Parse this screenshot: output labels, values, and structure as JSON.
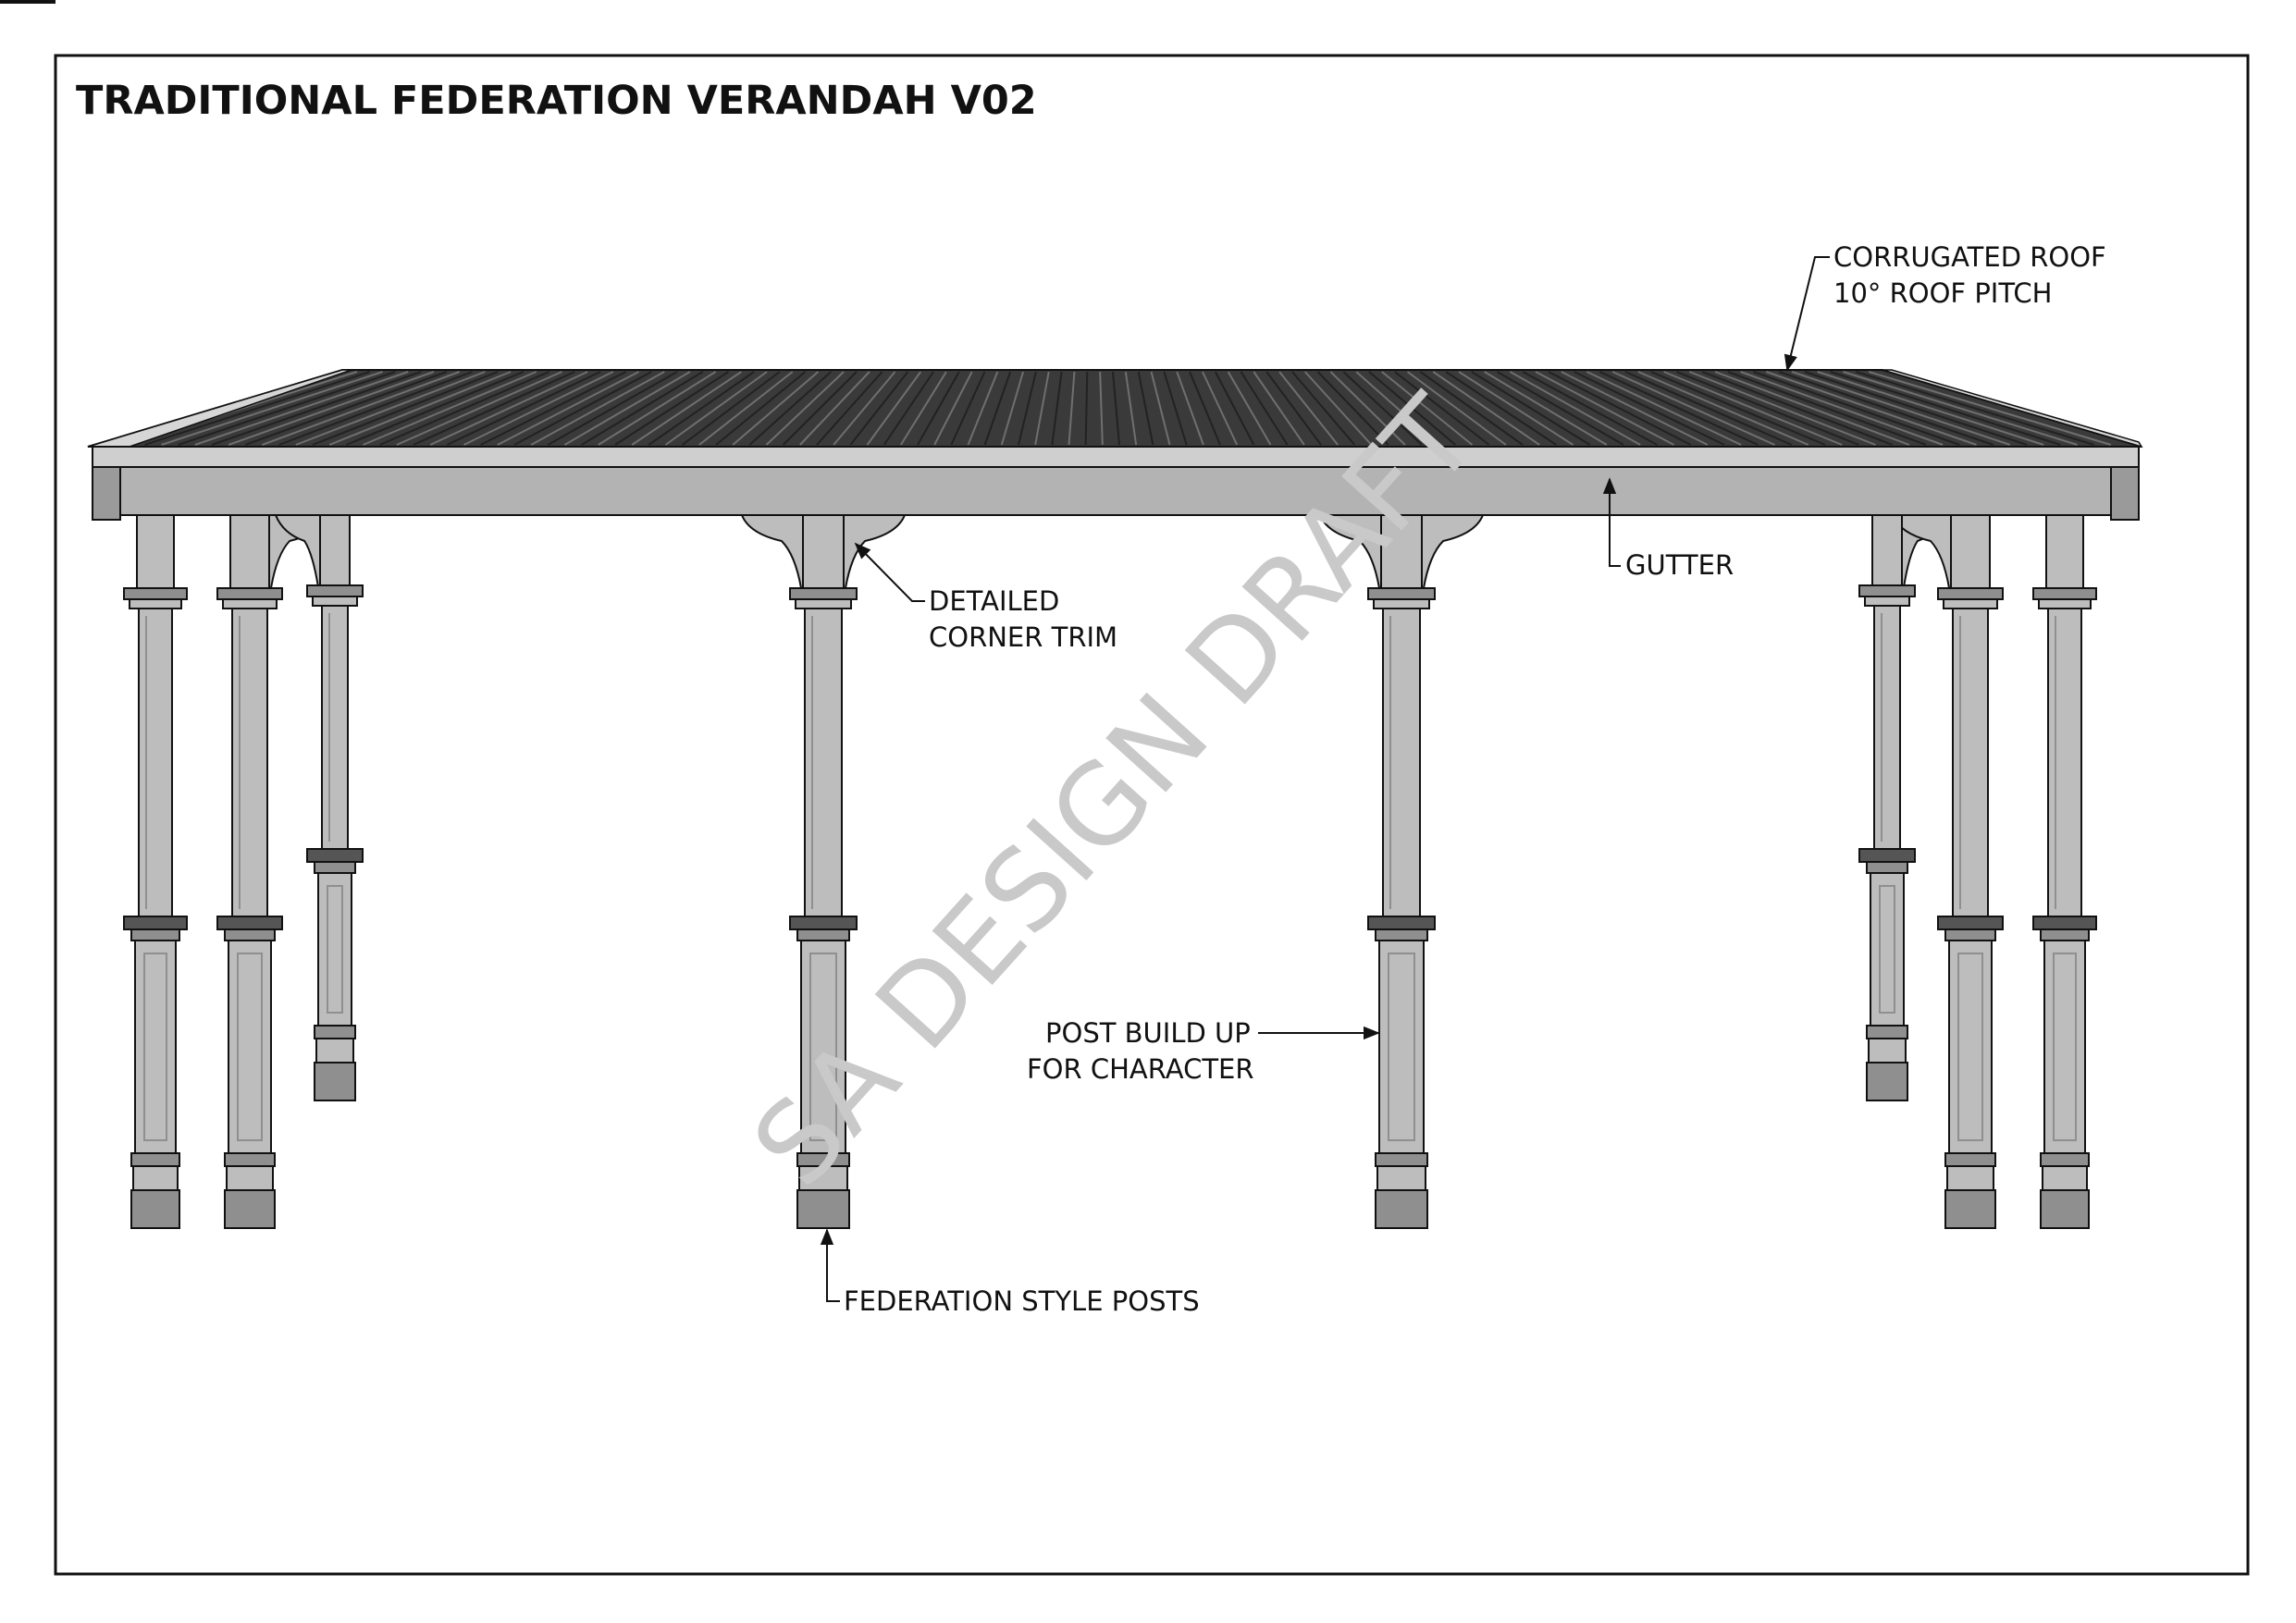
{
  "title": "TRADITIONAL FEDERATION VERANDAH V02",
  "watermark": "SA DESIGN DRAFT",
  "labels": {
    "roof_line1": "CORRUGATED ROOF",
    "roof_line2": "10° ROOF PITCH",
    "gutter": "GUTTER",
    "trim_line1": "DETAILED",
    "trim_line2": "CORNER TRIM",
    "post_buildup_line1": "POST BUILD UP",
    "post_buildup_line2": "FOR CHARACTER",
    "posts": "FEDERATION STYLE POSTS"
  },
  "colors": {
    "roof": "#3a3a3a",
    "roof_rib": "#6f6f6f",
    "timber": "#bdbdbd",
    "timber_dark": "#8f8f8f",
    "line": "#111111"
  }
}
